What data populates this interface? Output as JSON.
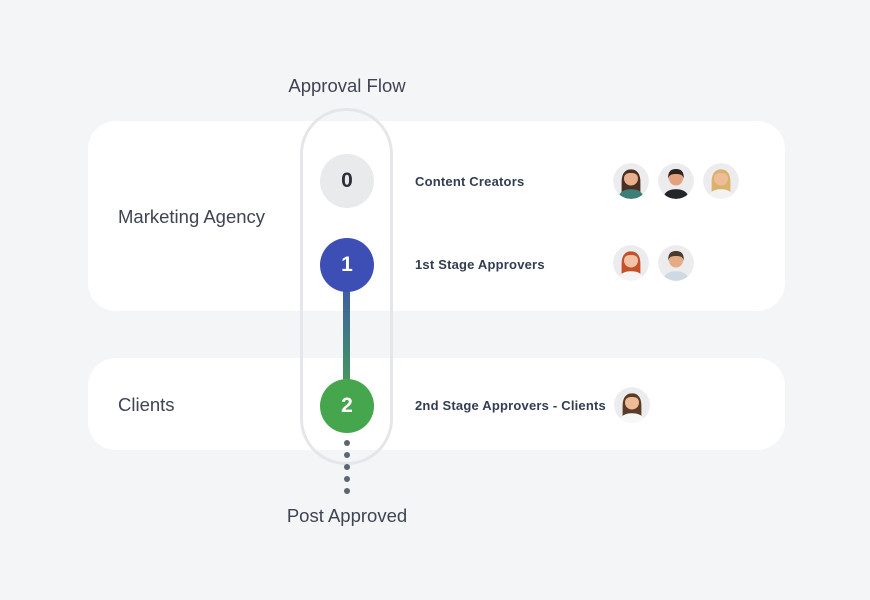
{
  "palette": {
    "background": "#f4f5f7",
    "card": "#ffffff",
    "capsule_border": "#e5e6e9",
    "step0_bg": "#e9eaec",
    "step0_text": "#2b3038",
    "step1_bg": "#3d4fb4",
    "step2_bg": "#46a64d",
    "step_text_light": "#ffffff",
    "heading_text": "#3e4453",
    "label_text": "#333d52",
    "dots": "#5b6675",
    "connector_from": "#3d4fb4",
    "connector_to": "#46a64d"
  },
  "title": "Approval Flow",
  "footer": "Post Approved",
  "groups": [
    {
      "label": "Marketing Agency"
    },
    {
      "label": "Clients"
    }
  ],
  "steps": [
    {
      "number": "0",
      "label": "Content Creators",
      "avatars": [
        {
          "name": "avatar-woman-long-brown-hair",
          "style": "long",
          "hair": "#4a2f23",
          "skin": "#e8b08e",
          "top": "#3c7f77"
        },
        {
          "name": "avatar-man-dark-curly-hair",
          "style": "curly",
          "hair": "#2b2320",
          "skin": "#e3a27d",
          "top": "#23252a"
        },
        {
          "name": "avatar-woman-blonde",
          "style": "long",
          "hair": "#d9b36b",
          "skin": "#eebc97",
          "top": "#f2f2f2"
        }
      ]
    },
    {
      "number": "1",
      "label": "1st Stage Approvers",
      "avatars": [
        {
          "name": "avatar-woman-red-hair",
          "style": "long",
          "hair": "#c4512a",
          "skin": "#f0c4a4",
          "top": "#f5f5f5"
        },
        {
          "name": "avatar-man-brown-hair",
          "style": "curly",
          "hair": "#4a392c",
          "skin": "#e5ab85",
          "top": "#cfd9e4"
        }
      ]
    },
    {
      "number": "2",
      "label": "2nd Stage Approvers - Clients",
      "avatars": [
        {
          "name": "avatar-woman-brown-hair-client",
          "style": "long",
          "hair": "#5a3b28",
          "skin": "#edbb96",
          "top": "#f7f7f7"
        }
      ]
    }
  ]
}
